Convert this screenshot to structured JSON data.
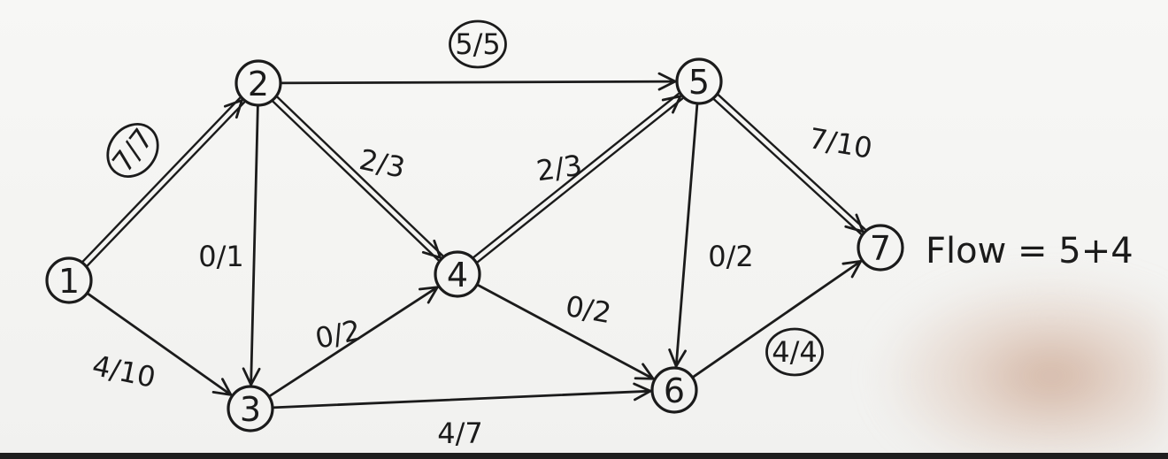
{
  "nodes": [
    {
      "id": "1",
      "label": "1"
    },
    {
      "id": "2",
      "label": "2"
    },
    {
      "id": "3",
      "label": "3"
    },
    {
      "id": "4",
      "label": "4"
    },
    {
      "id": "5",
      "label": "5"
    },
    {
      "id": "6",
      "label": "6"
    },
    {
      "id": "7",
      "label": "7"
    }
  ],
  "edges": [
    {
      "from": "1",
      "to": "2",
      "label": "7/7",
      "circled": true,
      "saturated": true
    },
    {
      "from": "1",
      "to": "3",
      "label": "4/10",
      "circled": false,
      "saturated": false
    },
    {
      "from": "2",
      "to": "5",
      "label": "5/5",
      "circled": true,
      "saturated": false
    },
    {
      "from": "2",
      "to": "3",
      "label": "0/1",
      "circled": false,
      "saturated": false
    },
    {
      "from": "2",
      "to": "4",
      "label": "2/3",
      "circled": false,
      "saturated": true
    },
    {
      "from": "3",
      "to": "4",
      "label": "0/2",
      "circled": false,
      "saturated": false
    },
    {
      "from": "3",
      "to": "6",
      "label": "4/7",
      "circled": false,
      "saturated": false
    },
    {
      "from": "4",
      "to": "5",
      "label": "2/3",
      "circled": false,
      "saturated": true
    },
    {
      "from": "4",
      "to": "6",
      "label": "0/2",
      "circled": false,
      "saturated": false
    },
    {
      "from": "5",
      "to": "6",
      "label": "0/2",
      "circled": false,
      "saturated": false
    },
    {
      "from": "5",
      "to": "7",
      "label": "7/10",
      "circled": false,
      "saturated": true
    },
    {
      "from": "6",
      "to": "7",
      "label": "4/4",
      "circled": true,
      "saturated": false
    }
  ],
  "annotation": {
    "text": "Flow = 5+4"
  }
}
